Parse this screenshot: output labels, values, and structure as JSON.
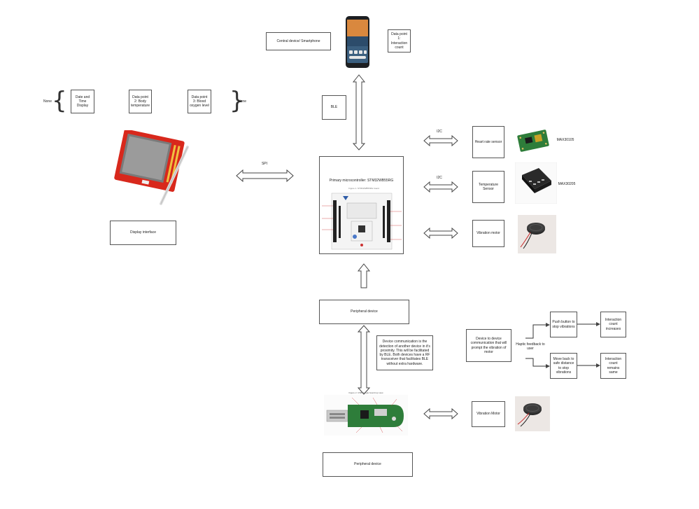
{
  "central": {
    "label": "Central device/ Smartphone",
    "note": "Data point 1: Interaction count"
  },
  "ble_label": "BLE",
  "display": {
    "none_left": "None",
    "none_right": "None",
    "date_time": "Date and Time Display",
    "body_temp": "Data point 2: Body temperature",
    "blood_oxygen": "Data point 3: Blood oxygen level",
    "interface": "Display interface"
  },
  "spi_label": "SPI",
  "mcu": {
    "title": "Primary microcontroller: STM32WB55RG",
    "board_caption": "Figure 1. STM32WB55RG board"
  },
  "sensors": {
    "i2c_1": "I2C",
    "i2c_2": "I2C",
    "heart_rate": "Heart rate sensor",
    "heart_rate_chip": "MAX30105",
    "temperature": "Temperature Sensor",
    "temperature_chip": "MAX30205",
    "vibration_motor": "Vibration motor"
  },
  "peripheral_top": "Peripheral device",
  "comm_note": "Device communication is the detection of another device in it's proximity. This will be facilitated by BLE. Both devices have a RF transceiver that facilitates BLE without extra hardware.",
  "d2d": {
    "label": "Device to device communication that will prompt the vibration of motor",
    "haptic": "Haptic feedback to user",
    "push_button": "Push button to stop vibrations",
    "move_back": "Move back to safe distance to stop vibrations",
    "count_increases": "Interaction count increases",
    "count_same": "Interaction count remains same"
  },
  "dongle_caption": "Figure 2. USB dongle board top view",
  "vibration_motor_bottom": "Vibration Motor",
  "peripheral_bottom": "Peripheral device",
  "colors": {
    "board_red": "#d8281c",
    "pcb_green": "#2e7d3a",
    "arrow": "#444444"
  }
}
